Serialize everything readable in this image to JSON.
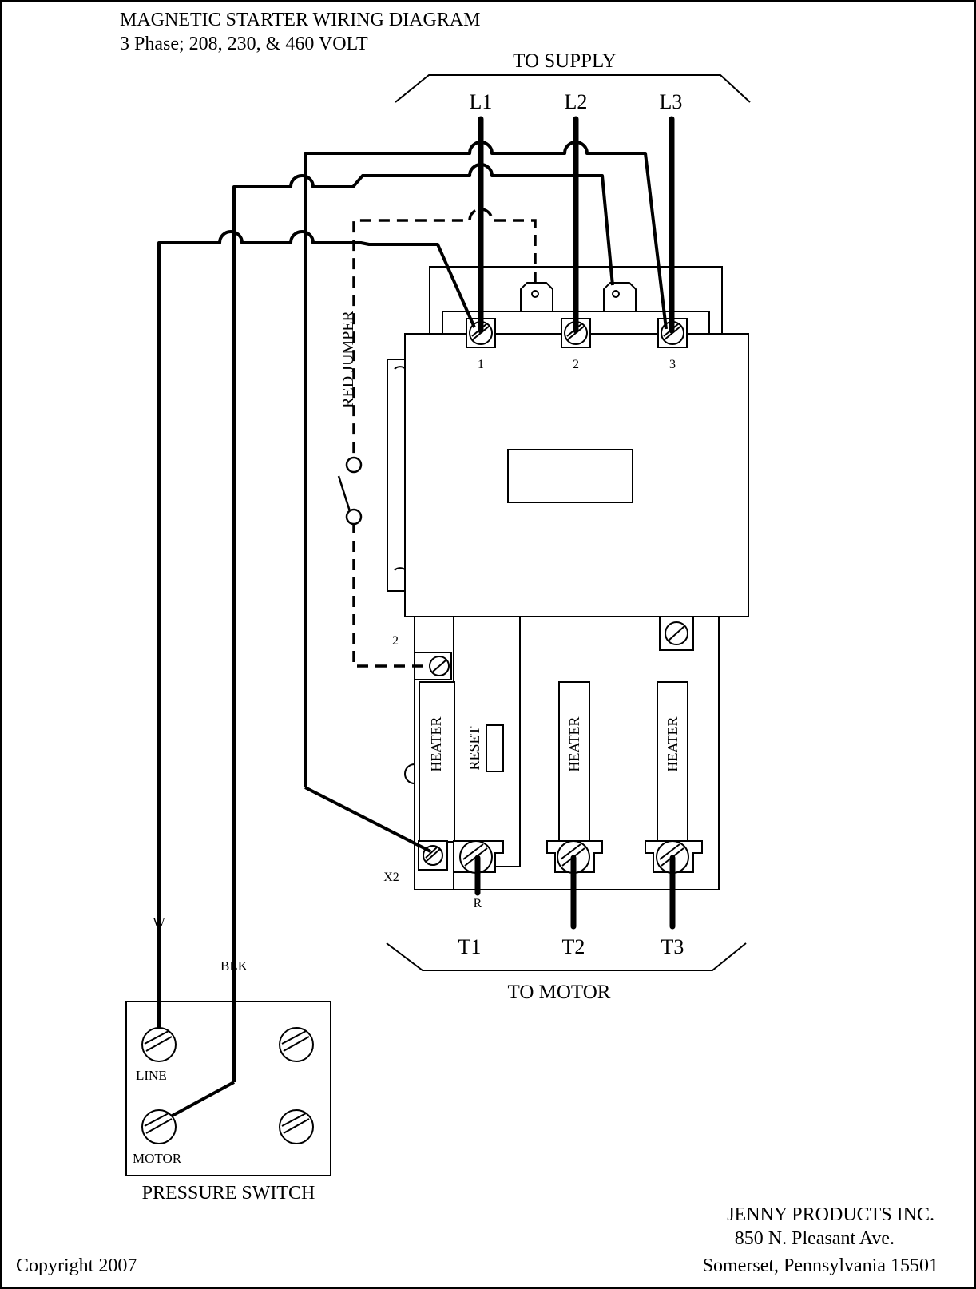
{
  "title": {
    "line1": "MAGNETIC STARTER WIRING DIAGRAM",
    "line2": "3 Phase; 208, 230, & 460 VOLT"
  },
  "supply": {
    "label": "TO SUPPLY",
    "lines": [
      "L1",
      "L2",
      "L3"
    ]
  },
  "motor": {
    "label": "TO MOTOR",
    "terminals": [
      "T1",
      "T2",
      "T3"
    ]
  },
  "starter": {
    "terminal_numbers": [
      "1",
      "2",
      "3"
    ],
    "jumper_label": "RED JUMPER",
    "aux_terminal": "2",
    "x2_label": "X2",
    "r_label": "R",
    "reset_label": "RESET",
    "heater_labels": [
      "HEATER",
      "HEATER",
      "HEATER"
    ]
  },
  "wires": {
    "white": "W",
    "black": "BLK"
  },
  "pressure_switch": {
    "title": "PRESSURE SWITCH",
    "line_label": "LINE",
    "motor_label": "MOTOR"
  },
  "company": {
    "name": "JENNY PRODUCTS INC.",
    "address": "850 N. Pleasant Ave.",
    "city": "Somerset, Pennsylvania 15501"
  },
  "copyright": "Copyright 2007"
}
